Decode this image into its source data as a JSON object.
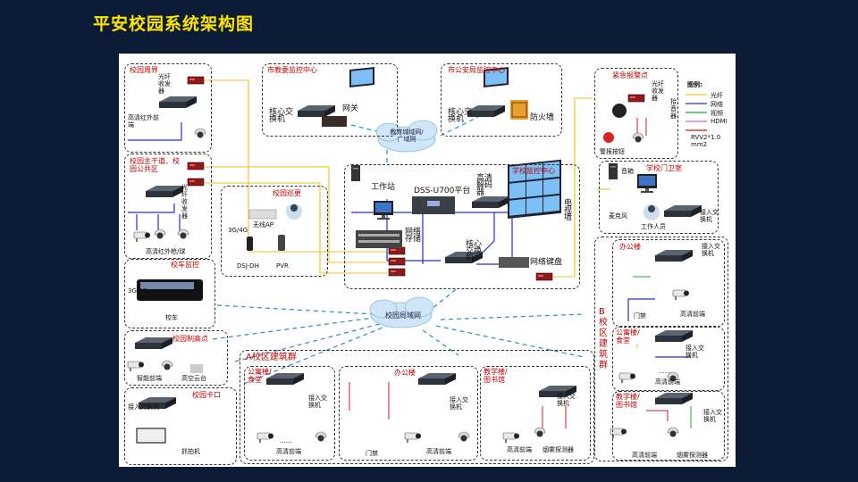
{
  "title": "平安校园系统架构图",
  "colors": {
    "background": "#0c1b35",
    "title": "#ffe400",
    "fiber": "#f0c020",
    "network": "#2233cc",
    "video": "#22aa22",
    "hdmi": "#cc66cc",
    "power": "#d01818",
    "cloud": "#cfe6f8",
    "lan": "#2a8fc0"
  },
  "regions": {
    "perimeter": "校园周界",
    "main_road": "校园主干道、校园公共区",
    "edu_bureau": "市教委监控中心",
    "police": "市公安局监控中心",
    "alarm": "紧急报警点",
    "patrol": "校园巡更",
    "center": "学校监控中心",
    "gate_guard": "学校门卫室",
    "bus": "校车监控",
    "highpoint": "校园制高点",
    "checkpoint": "校园卡口",
    "zone_a": "A校区建筑群",
    "zone_b": "B校区建筑群",
    "office": "办公楼",
    "dorm": "公寓楼/食堂",
    "teach": "教学楼/图书馆"
  },
  "clouds": {
    "wan": "教育城域网/广域网",
    "lan": "校园局域网"
  },
  "labels": {
    "fiber_transceiver": "光纤收发器",
    "ir_cam": "高清红外前端",
    "core_switch": "核心交换机",
    "gateway": "网关",
    "firewall": "防火墙",
    "hd_ir_dome": "高清红外枪/球",
    "siren": "警报按钮",
    "pickup": "拾音器",
    "legend_title": "图例:",
    "workstation": "工作站",
    "platform": "DSS-U700平台",
    "decoder": "高清解码器",
    "storage": "网络存储",
    "keyboard": "网络键盘",
    "tv_wall": "电视墙",
    "mic": "麦克风",
    "speaker": "音箱",
    "staff": "工作人员",
    "access_switch": "接入交换机",
    "wifi_ap": "无线AP",
    "net_3g4g": "3G/4G",
    "dsj": "DSJ-DH",
    "pvr": "PVR",
    "school_bus": "校车",
    "smart_front": "智能前端",
    "high_ptz": "高空云台",
    "capture": "抓拍机",
    "hd_front": "高清前端",
    "door": "门禁",
    "smoke": "烟雾探测器",
    "dots": "......"
  },
  "legend": [
    "光纤",
    "网络",
    "视频",
    "HDMI",
    "RVV2*1.0 mm2"
  ],
  "zone_b_vertical": [
    "B",
    "校",
    "区",
    "建",
    "筑",
    "群"
  ],
  "zone_a_sub": {
    "office": "办公楼",
    "dorm": "公寓楼/食堂",
    "teach": "教学楼/图书馆"
  }
}
